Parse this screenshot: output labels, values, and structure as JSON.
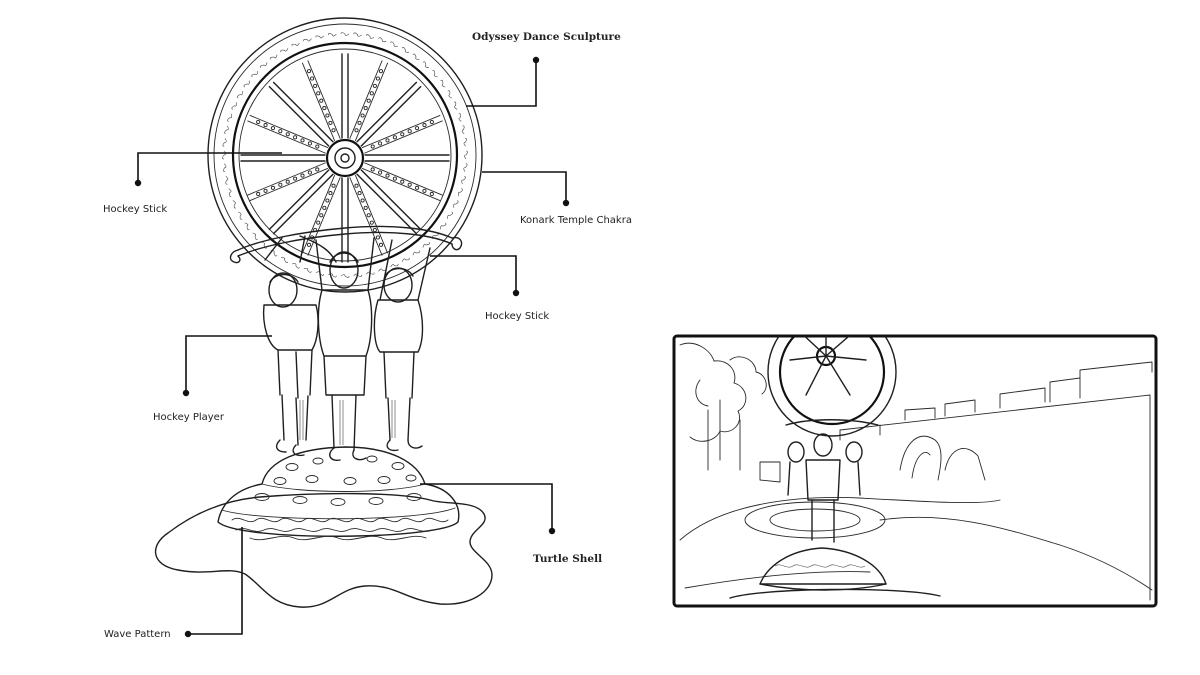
{
  "labels": {
    "odyssey": "Odyssey Dance Sculpture",
    "chakra": "Konark Temple Chakra",
    "hockey_stick_left": "Hockey Stick",
    "hockey_stick_right": "Hockey Stick",
    "hockey_player": "Hockey Player",
    "turtle_shell": "Turtle Shell",
    "wave_pattern": "Wave Pattern"
  },
  "colors": {
    "ink": "#1f1f1f",
    "paper": "#ffffff",
    "frame": "#111111"
  }
}
